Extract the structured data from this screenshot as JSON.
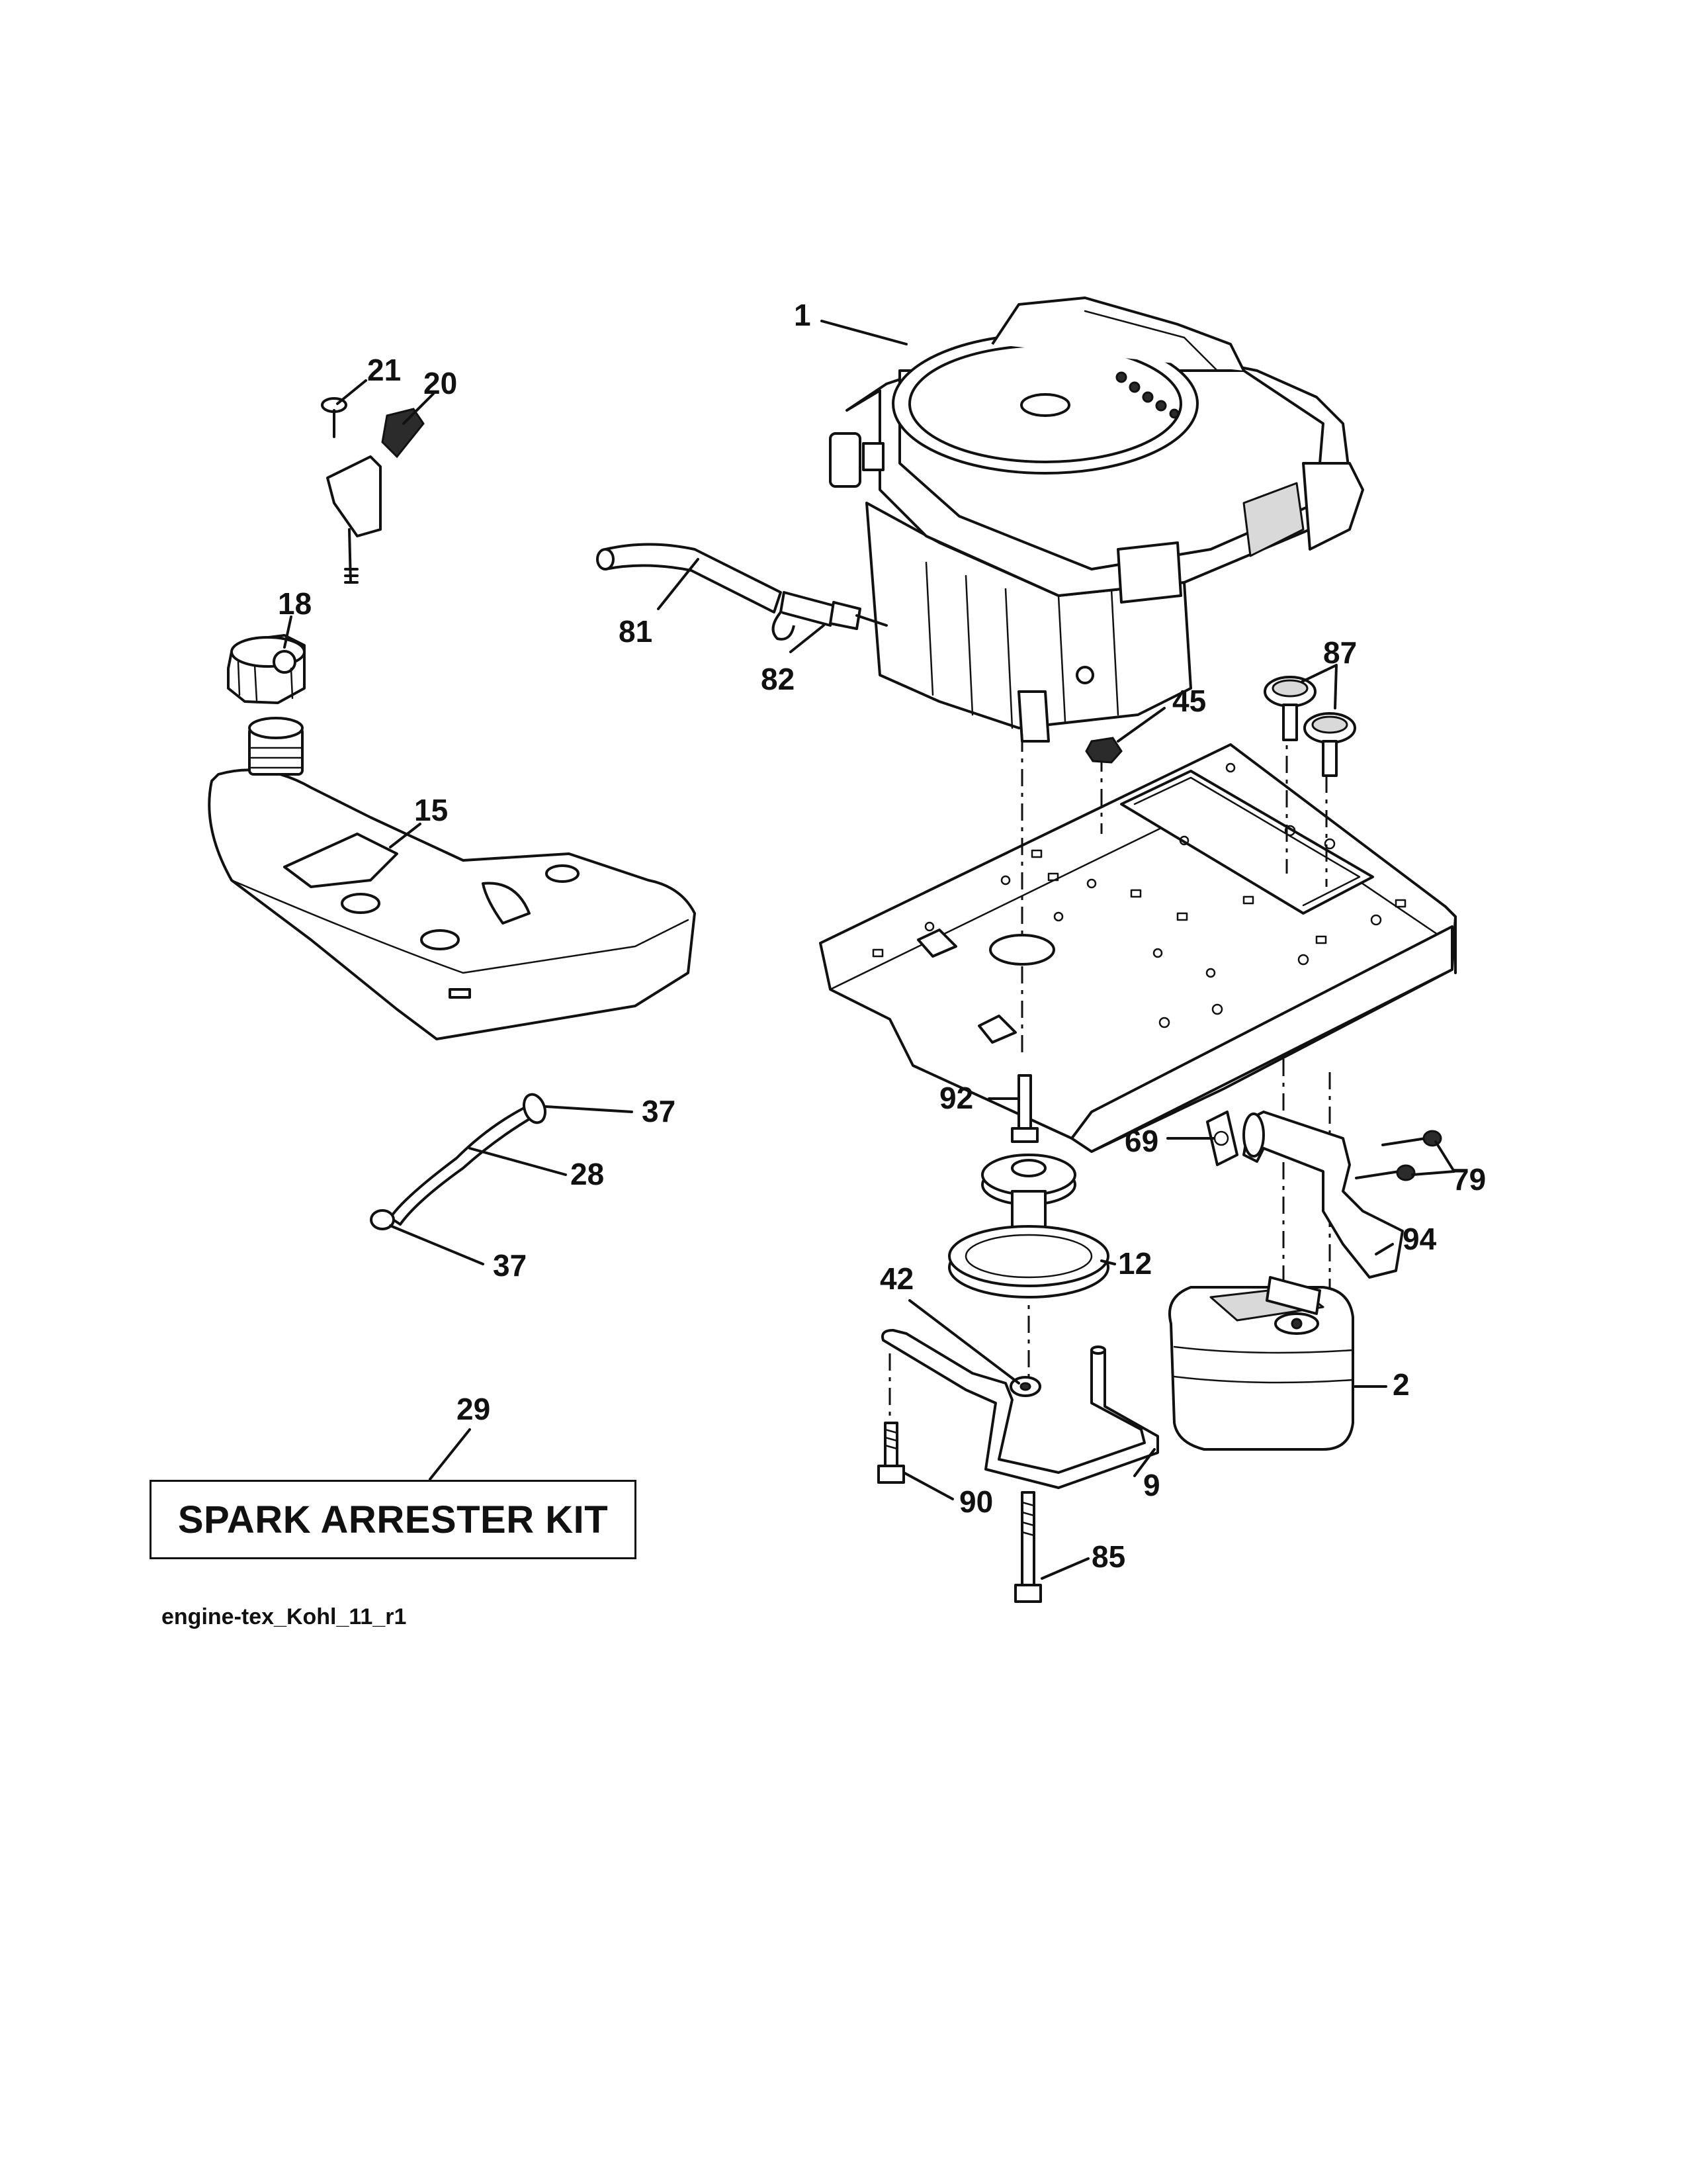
{
  "kit_label": "SPARK ARRESTER KIT",
  "diagram_code": "engine-tex_Kohl_11_r1",
  "callouts": [
    {
      "id": "c1",
      "label": "1"
    },
    {
      "id": "c21",
      "label": "21"
    },
    {
      "id": "c20",
      "label": "20"
    },
    {
      "id": "c18",
      "label": "18"
    },
    {
      "id": "c81",
      "label": "81"
    },
    {
      "id": "c82",
      "label": "82"
    },
    {
      "id": "c87",
      "label": "87"
    },
    {
      "id": "c45",
      "label": "45"
    },
    {
      "id": "c15",
      "label": "15"
    },
    {
      "id": "c37a",
      "label": "37"
    },
    {
      "id": "c28",
      "label": "28"
    },
    {
      "id": "c37b",
      "label": "37"
    },
    {
      "id": "c92",
      "label": "92"
    },
    {
      "id": "c69",
      "label": "69"
    },
    {
      "id": "c79",
      "label": "79"
    },
    {
      "id": "c12",
      "label": "12"
    },
    {
      "id": "c94",
      "label": "94"
    },
    {
      "id": "c42",
      "label": "42"
    },
    {
      "id": "c2",
      "label": "2"
    },
    {
      "id": "c29",
      "label": "29"
    },
    {
      "id": "c90",
      "label": "90"
    },
    {
      "id": "c9",
      "label": "9"
    },
    {
      "id": "c85",
      "label": "85"
    }
  ]
}
